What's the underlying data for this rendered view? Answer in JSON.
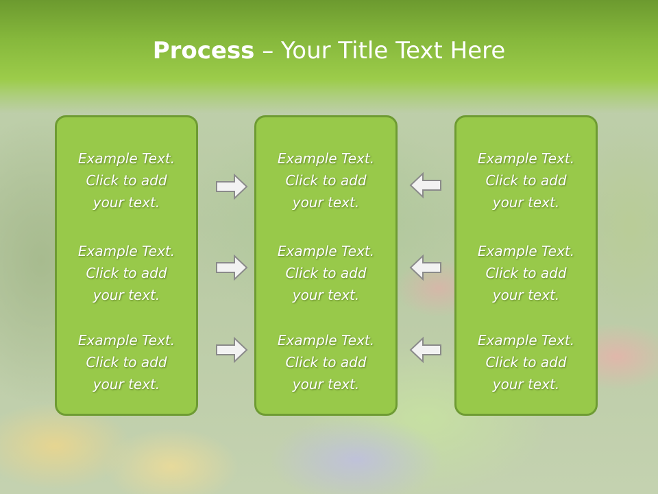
{
  "slide": {
    "title_bold": "Process",
    "title_rest": " – Your Title Text Here"
  },
  "boxes": [
    {
      "items": [
        "Example Text.\nClick  to add\nyour text.",
        "Example Text.\nClick  to add\nyour text.",
        "Example Text.\nClick  to add\nyour text."
      ]
    },
    {
      "items": [
        "Example Text.\nClick  to add\nyour text.",
        "Example Text.\nClick  to add\nyour text.",
        "Example Text.\nClick  to add\nyour text."
      ]
    },
    {
      "items": [
        "Example Text.\nClick  to add\nyour text.",
        "Example Text.\nClick  to add\nyour text.",
        "Example Text.\nClick  to add\nyour text."
      ]
    }
  ],
  "arrows": {
    "left_column": [
      "right-arrow-icon",
      "right-arrow-icon",
      "right-arrow-icon"
    ],
    "right_column": [
      "left-arrow-icon",
      "left-arrow-icon",
      "left-arrow-icon"
    ]
  },
  "colors": {
    "header": "#86b83c",
    "box_fill": "#98c94a",
    "box_border": "#6e9b33",
    "text": "#ffffff"
  }
}
